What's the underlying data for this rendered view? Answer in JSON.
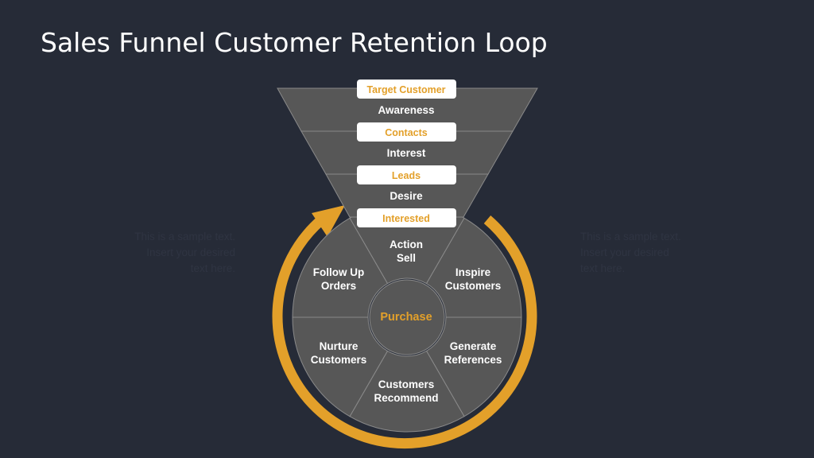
{
  "title": "Sales Funnel Customer Retention Loop",
  "colors": {
    "background": "#262b37",
    "segment": "#575757",
    "accent": "#e3a02a",
    "outline": "#8a8a8a"
  },
  "side_text": {
    "left": [
      "This is a sample text.",
      "Insert your desired",
      "text here."
    ],
    "right": [
      "This is a sample text.",
      "Insert your desired",
      "text here."
    ]
  },
  "funnel": {
    "stages": [
      {
        "tag": "Target Customer",
        "label": "Awareness"
      },
      {
        "tag": "Contacts",
        "label": "Interest"
      },
      {
        "tag": "Leads",
        "label": "Desire"
      },
      {
        "tag": "Interested",
        "label": ""
      }
    ]
  },
  "wheel": {
    "center": "Purchase",
    "segments": [
      {
        "lines": [
          "Action",
          "Sell"
        ]
      },
      {
        "lines": [
          "Inspire",
          "Customers"
        ]
      },
      {
        "lines": [
          "Generate",
          "References"
        ]
      },
      {
        "lines": [
          "Customers",
          "Recommend"
        ]
      },
      {
        "lines": [
          "Nurture",
          "Customers"
        ]
      },
      {
        "lines": [
          "Follow Up",
          "Orders"
        ]
      }
    ]
  }
}
